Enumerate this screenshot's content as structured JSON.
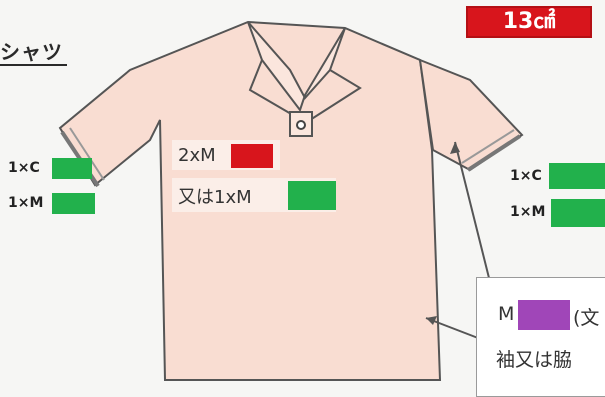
{
  "title": "シャツ",
  "badge": "13㎠",
  "left_labels": [
    "1×C",
    "1×M"
  ],
  "right_labels": [
    "1×C",
    "1×M"
  ],
  "center": {
    "line1": "2xM",
    "line2": "又は1xM"
  },
  "callout": {
    "line1_start": "M",
    "line1_end": "(文",
    "line2": "袖又は脇"
  },
  "colors": {
    "shirt": "#f9ddd2",
    "shirt_outline": "#555555",
    "red": "#d8151c",
    "green": "#22b14c",
    "purple": "#a046b8"
  }
}
